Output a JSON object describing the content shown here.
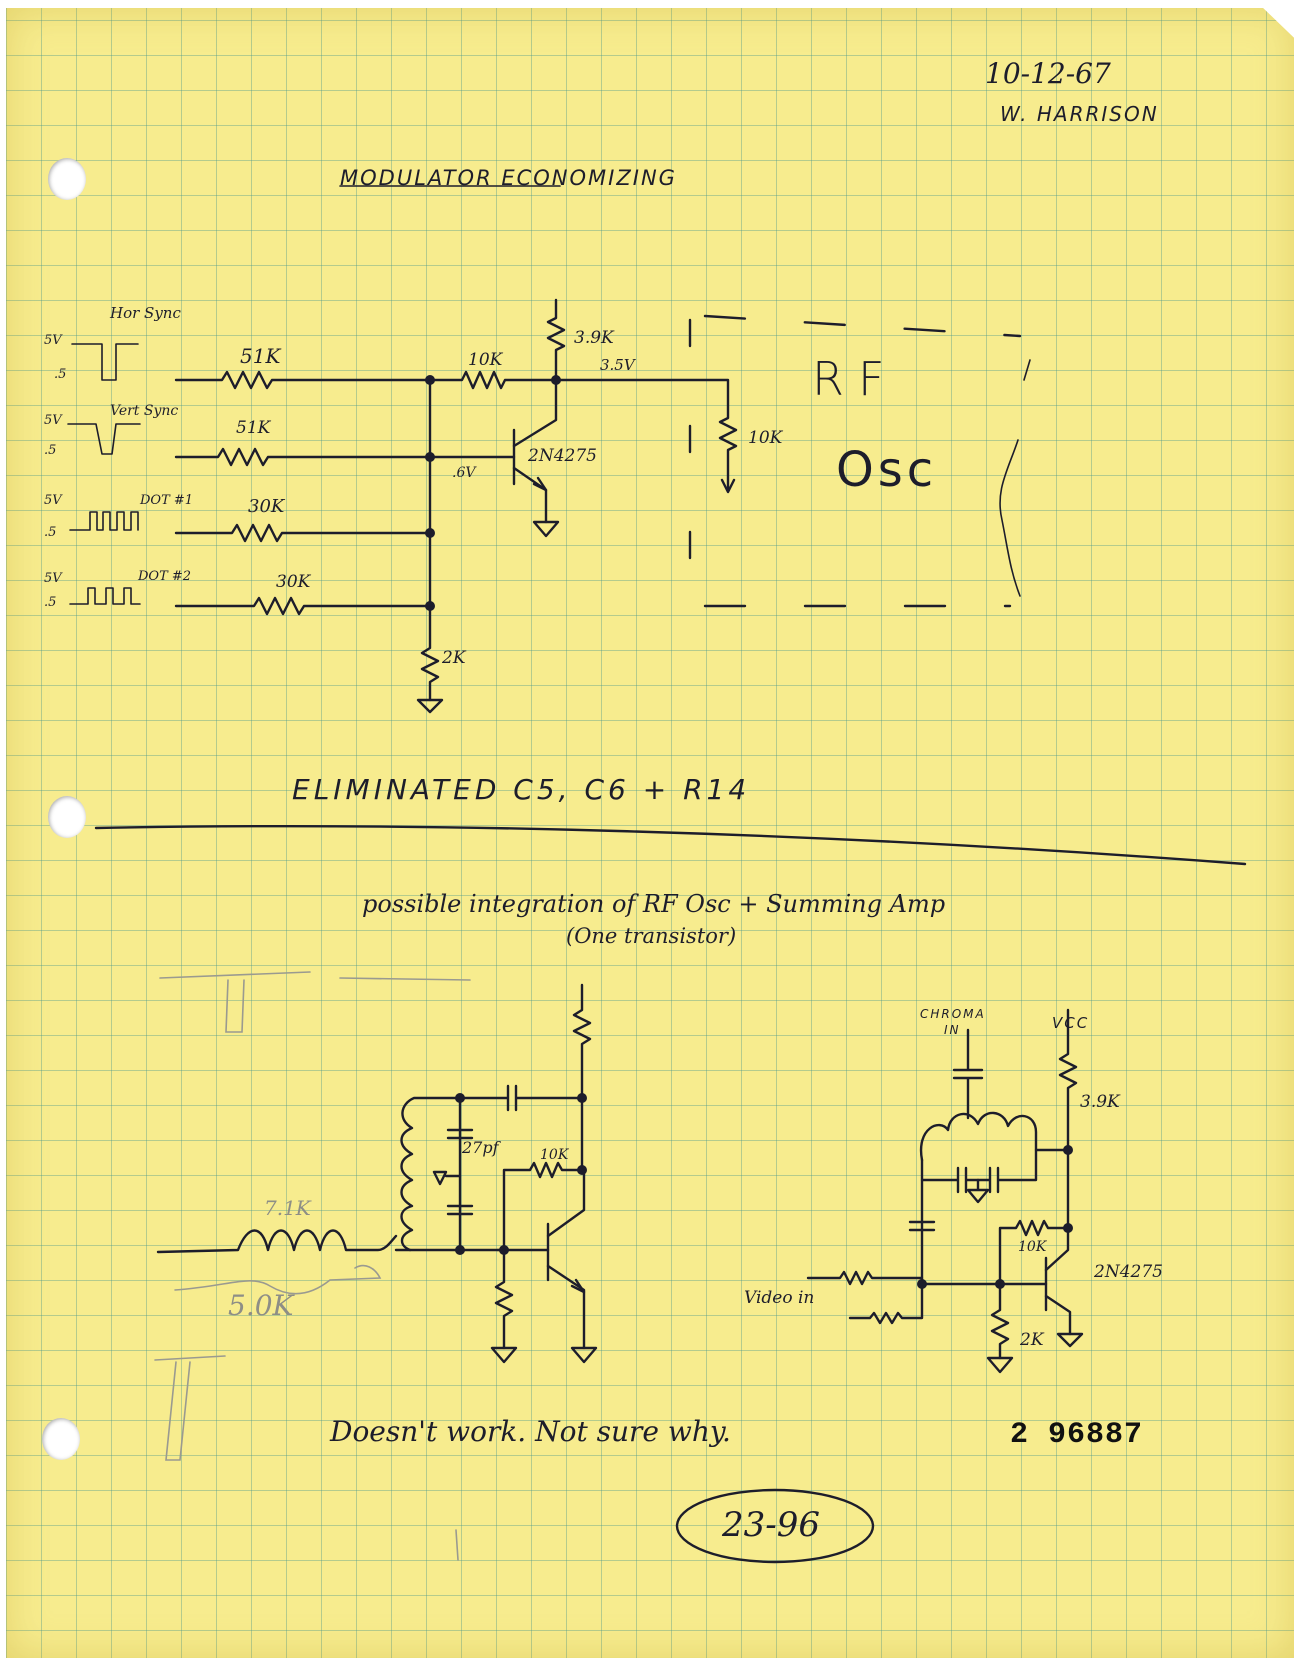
{
  "header": {
    "date": "10-12-67",
    "author": "W. HARRISON",
    "title": "MODULATOR ECONOMIZING"
  },
  "circuit1": {
    "inputs": [
      {
        "name": "Hor Sync",
        "levels": [
          "5V",
          ".5"
        ],
        "resistor": "51K"
      },
      {
        "name": "Vert Sync",
        "levels": [
          "5V",
          ".5"
        ],
        "resistor": "51K"
      },
      {
        "name": "DOT #1",
        "levels": [
          "5V",
          ".5"
        ],
        "resistor": "30K"
      },
      {
        "name": "DOT #2",
        "levels": [
          "5V",
          ".5"
        ],
        "resistor": "30K"
      }
    ],
    "base_resistor": "10K",
    "base_voltage": ".6V",
    "collector_resistor": "3.9K",
    "collector_voltage": "3.5V",
    "transistor": "2N4275",
    "pulldown_resistor": "2K",
    "load_resistor": "10K",
    "block_label_line1": "RF",
    "block_label_line2": "Osc"
  },
  "note_eliminated": "ELIMINATED C5, C6 + R14",
  "section2": {
    "line1": "possible integration of RF Osc + Summing Amp",
    "line2": "(One transistor)"
  },
  "circuit2": {
    "capacitor": "27pf",
    "resistor": "10K",
    "pencil_upper": "7.1K",
    "pencil_lower": "5.0K"
  },
  "circuit3": {
    "input_label_line1": "CHROMA",
    "input_label_line2": "IN",
    "supply": "VCC",
    "collector_resistor": "3.9K",
    "feedback_resistor": "10K",
    "transistor": "2N4275",
    "emitter_resistor": "2K",
    "video_label": "Video in"
  },
  "footer": {
    "note": "Doesn't work. Not sure why.",
    "stamp": "2 96887",
    "page_number": "23-96"
  }
}
